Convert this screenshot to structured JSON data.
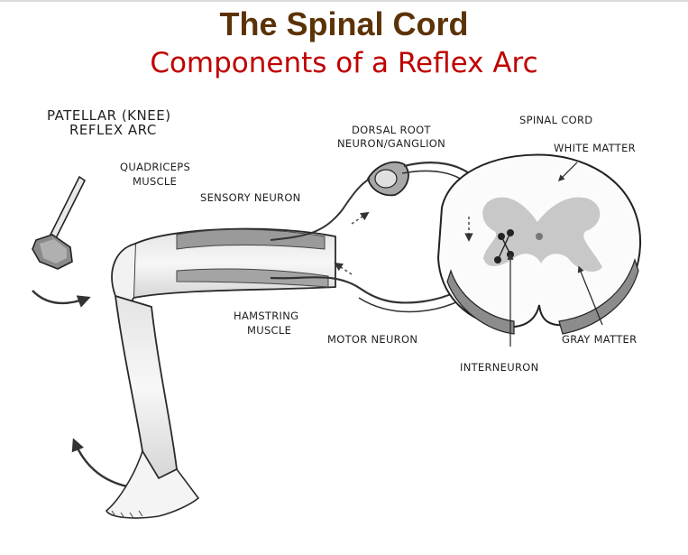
{
  "title": "The Spinal Cord",
  "subtitle": "Components of a Reflex Arc",
  "colors": {
    "title": "#5c3306",
    "subtitle": "#c00000",
    "ink": "#1f1f1f",
    "gray_matter": "#c8c8c8"
  },
  "labels": {
    "reflex_arc_line1": "PATELLAR (KNEE)",
    "reflex_arc_line2": "REFLEX ARC",
    "quadriceps_line1": "QUADRICEPS",
    "quadriceps_line2": "MUSCLE",
    "sensory_neuron": "SENSORY NEURON",
    "dorsal_root_line1": "DORSAL ROOT",
    "dorsal_root_line2": "NEURON/GANGLION",
    "spinal_cord": "SPINAL CORD",
    "white_matter": "WHITE MATTER",
    "hamstring_line1": "HAMSTRING",
    "hamstring_line2": "MUSCLE",
    "motor_neuron": "MOTOR NEURON",
    "gray_matter": "GRAY MATTER",
    "interneuron": "INTERNEURON"
  },
  "icons": {
    "hammer": "reflex-hammer-icon",
    "tap_arrow": "curved-arrow-icon",
    "kick_arrow": "curved-arrow-icon"
  }
}
